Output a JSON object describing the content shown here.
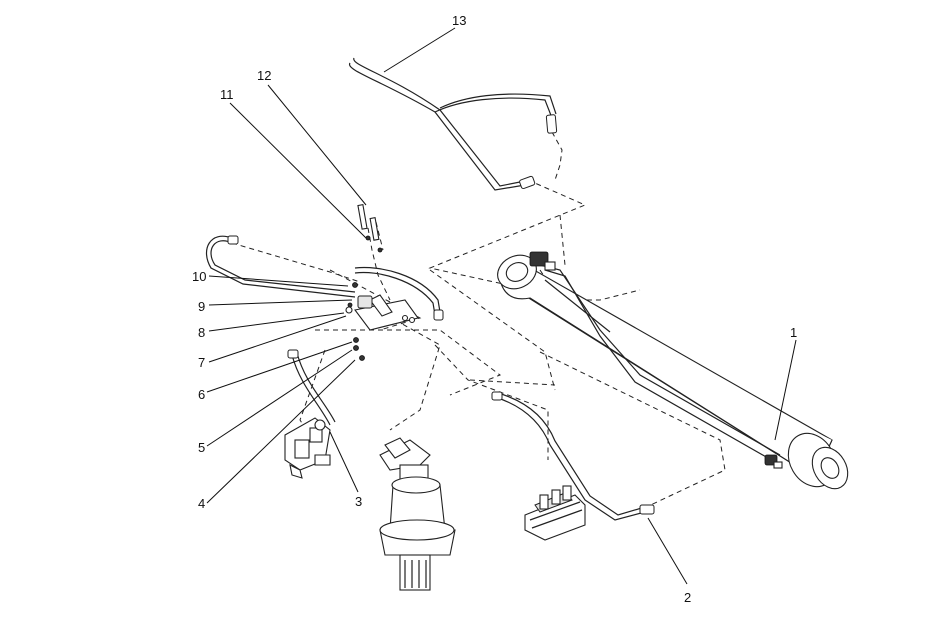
{
  "callouts": {
    "c1": "1",
    "c2": "2",
    "c3": "3",
    "c4": "4",
    "c5": "5",
    "c6": "6",
    "c7": "7",
    "c8": "8",
    "c9": "9",
    "c10": "10",
    "c11": "11",
    "c12": "12",
    "c13": "13"
  }
}
